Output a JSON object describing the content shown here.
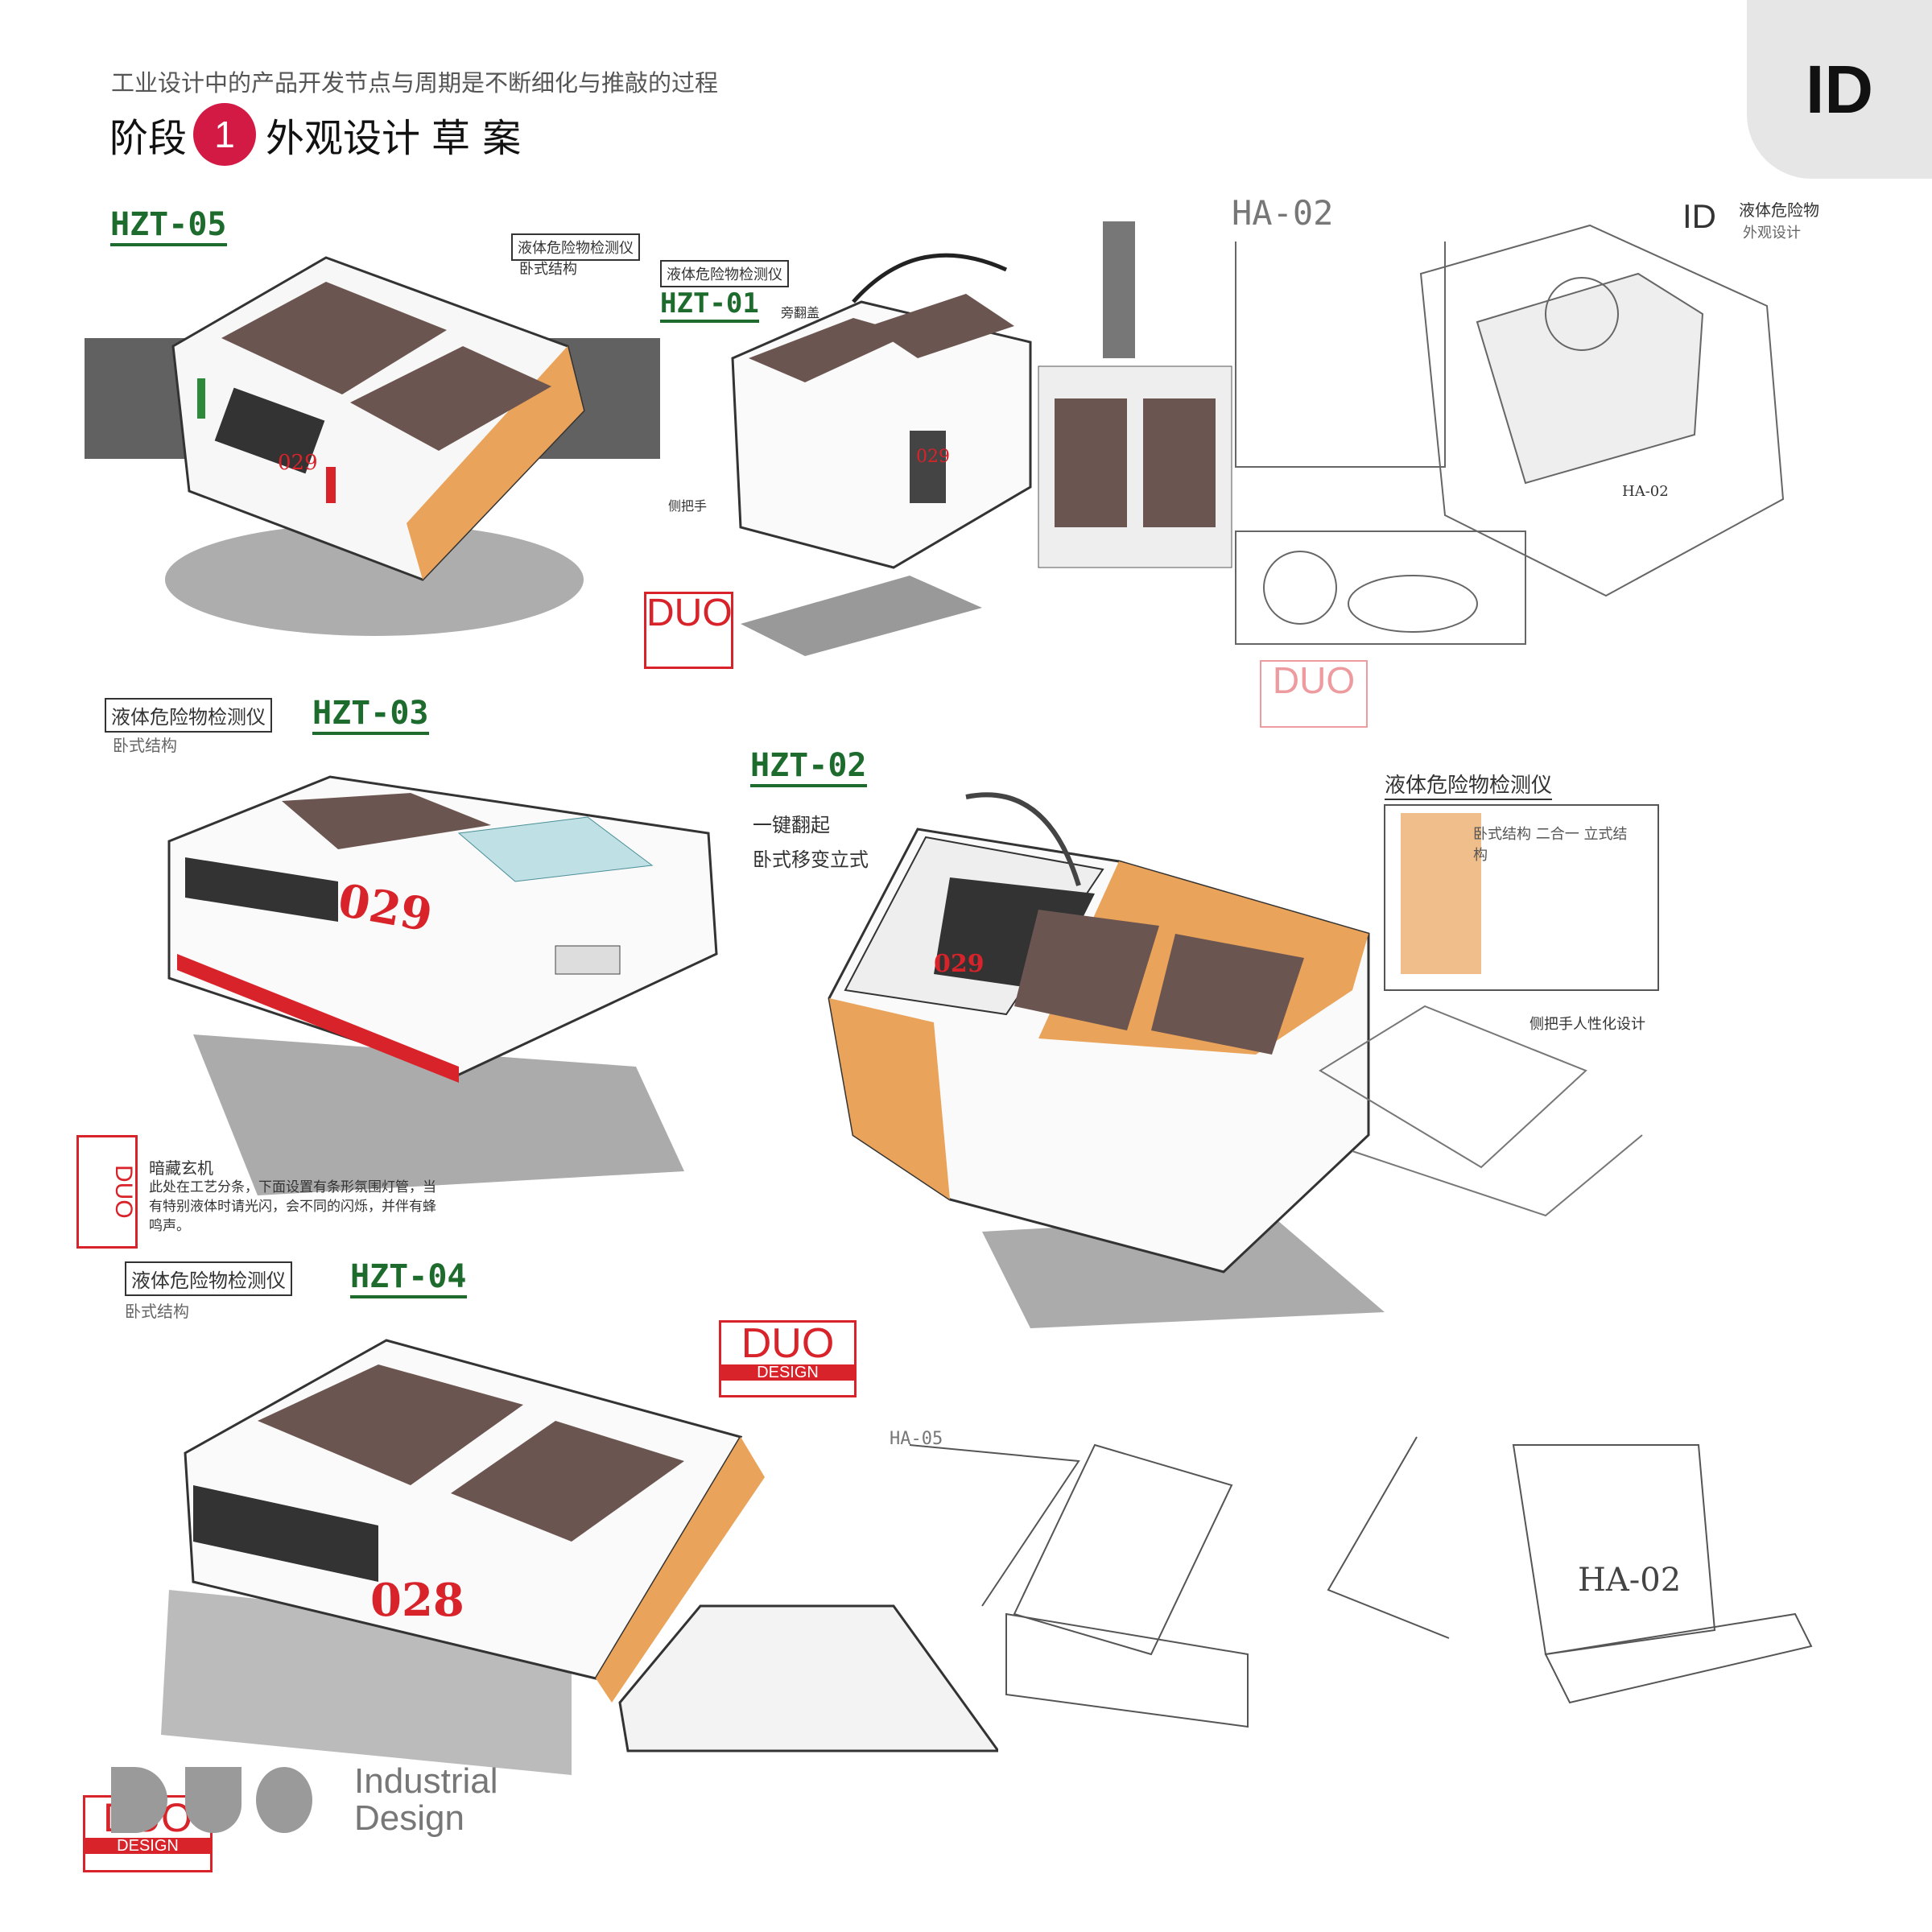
{
  "header": {
    "subtitle": "工业设计中的产品开发节点与周期是不断细化与推敲的过程",
    "title_prefix": "阶段",
    "stage_number": "1",
    "title_main": "外观设计",
    "title_highlight": "草 案",
    "corner_badge": "ID"
  },
  "sketches": [
    {
      "code": "HZT-05",
      "label": "液体危险物检测仪",
      "note": "卧式结构",
      "display": "029"
    },
    {
      "code": "HZT-01",
      "label": "液体危险物检测仪",
      "note": "旁翻盖",
      "note2": "侧把手",
      "display": "029"
    },
    {
      "code": "HA-02",
      "label": "液体危险物",
      "note": "外观设计",
      "note2": "ID",
      "display": "HA-02"
    },
    {
      "code": "HZT-03",
      "label": "液体危险物检测仪",
      "note": "卧式结构",
      "display": "029",
      "annotation_title": "暗藏玄机",
      "annotation": "此处在工艺分条，下面设置有条形氛围灯管，当有特别液体时请光闪，会不同的闪烁，并伴有蜂鸣声。"
    },
    {
      "code": "HZT-02",
      "label": "液体危险物检测仪",
      "note": "一键翻起",
      "note2": "卧式移变立式",
      "note3": "卧式结构 二合一 立式结构",
      "note4": "侧把手人性化设计",
      "display": "029"
    },
    {
      "code": "HZT-04",
      "label": "液体危险物检测仪",
      "note": "卧式结构",
      "display": "028"
    },
    {
      "code": "HA-05",
      "display": "HA-02"
    }
  ],
  "stamps": {
    "duo": "DUO",
    "design": "DESIGN"
  },
  "logo": {
    "line1": "Industrial",
    "line2": "Design"
  },
  "colors": {
    "accent": "#d21a45",
    "highlight": "#f0b7c6",
    "code_green": "#1d6b2d",
    "stamp_red": "#d8232a",
    "orange": "#e9a35a"
  }
}
